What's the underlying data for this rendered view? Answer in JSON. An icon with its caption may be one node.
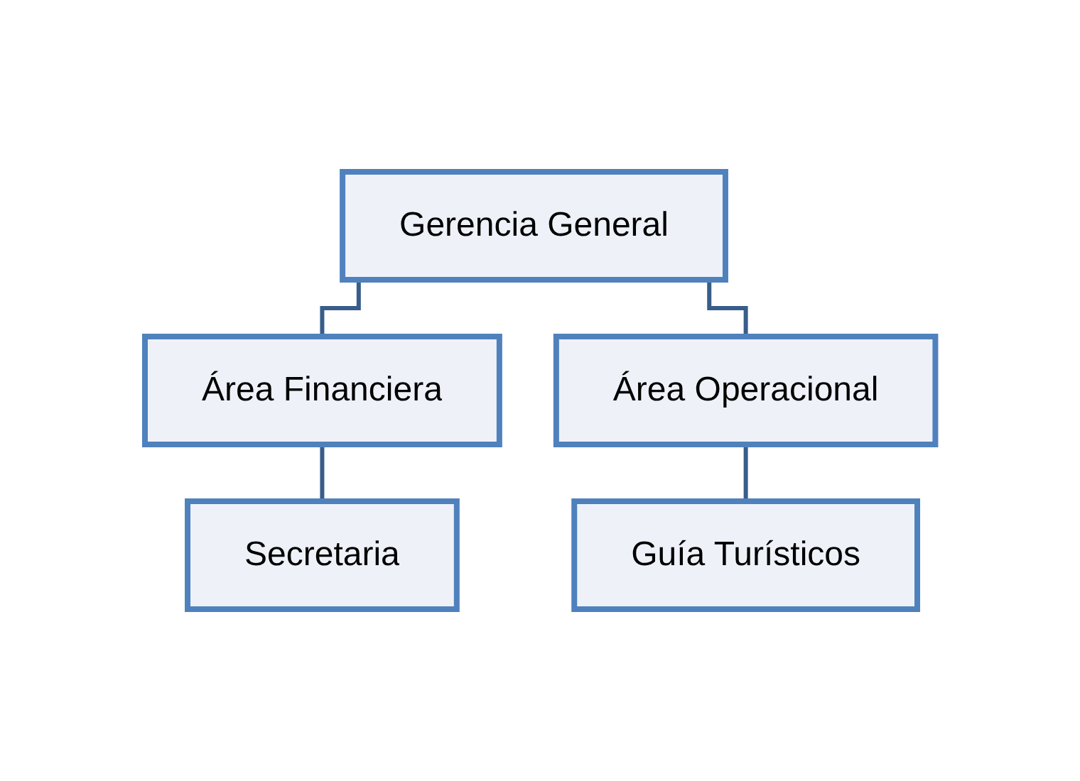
{
  "diagram": {
    "nodes": [
      {
        "text": [
          "Gerencia General"
        ]
      },
      {
        "text": [
          "Área Financiera"
        ]
      },
      {
        "text": [
          "Área Operacional"
        ]
      },
      {
        "text": [
          "Secretaria"
        ]
      },
      {
        "text": [
          "Guía Turísticos"
        ]
      }
    ],
    "edges": [
      {
        "from": 0,
        "to": 1,
        "arrow": "none"
      },
      {
        "from": 0,
        "to": 2,
        "arrow": "none"
      },
      {
        "from": 1,
        "to": 3,
        "arrow": "none"
      },
      {
        "from": 2,
        "to": 4,
        "arrow": "none"
      }
    ]
  }
}
